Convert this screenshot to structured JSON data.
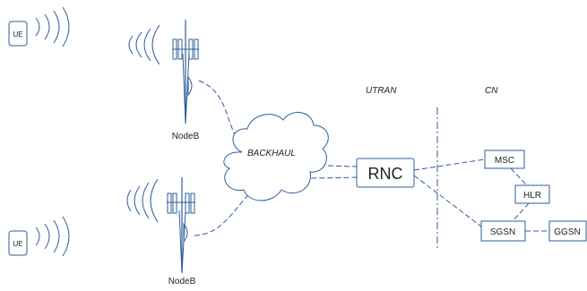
{
  "ue_label": "UE",
  "nodeb_label": "NodeB",
  "backhaul_label": "BACKHAUL",
  "rnc_label": "RNC",
  "utran_label": "UTRAN",
  "cn_label": "CN",
  "msc_label": "MSC",
  "hlr_label": "HLR",
  "sgsn_label": "SGSN",
  "ggsn_label": "GGSN",
  "line_color": "#2f5d9e"
}
